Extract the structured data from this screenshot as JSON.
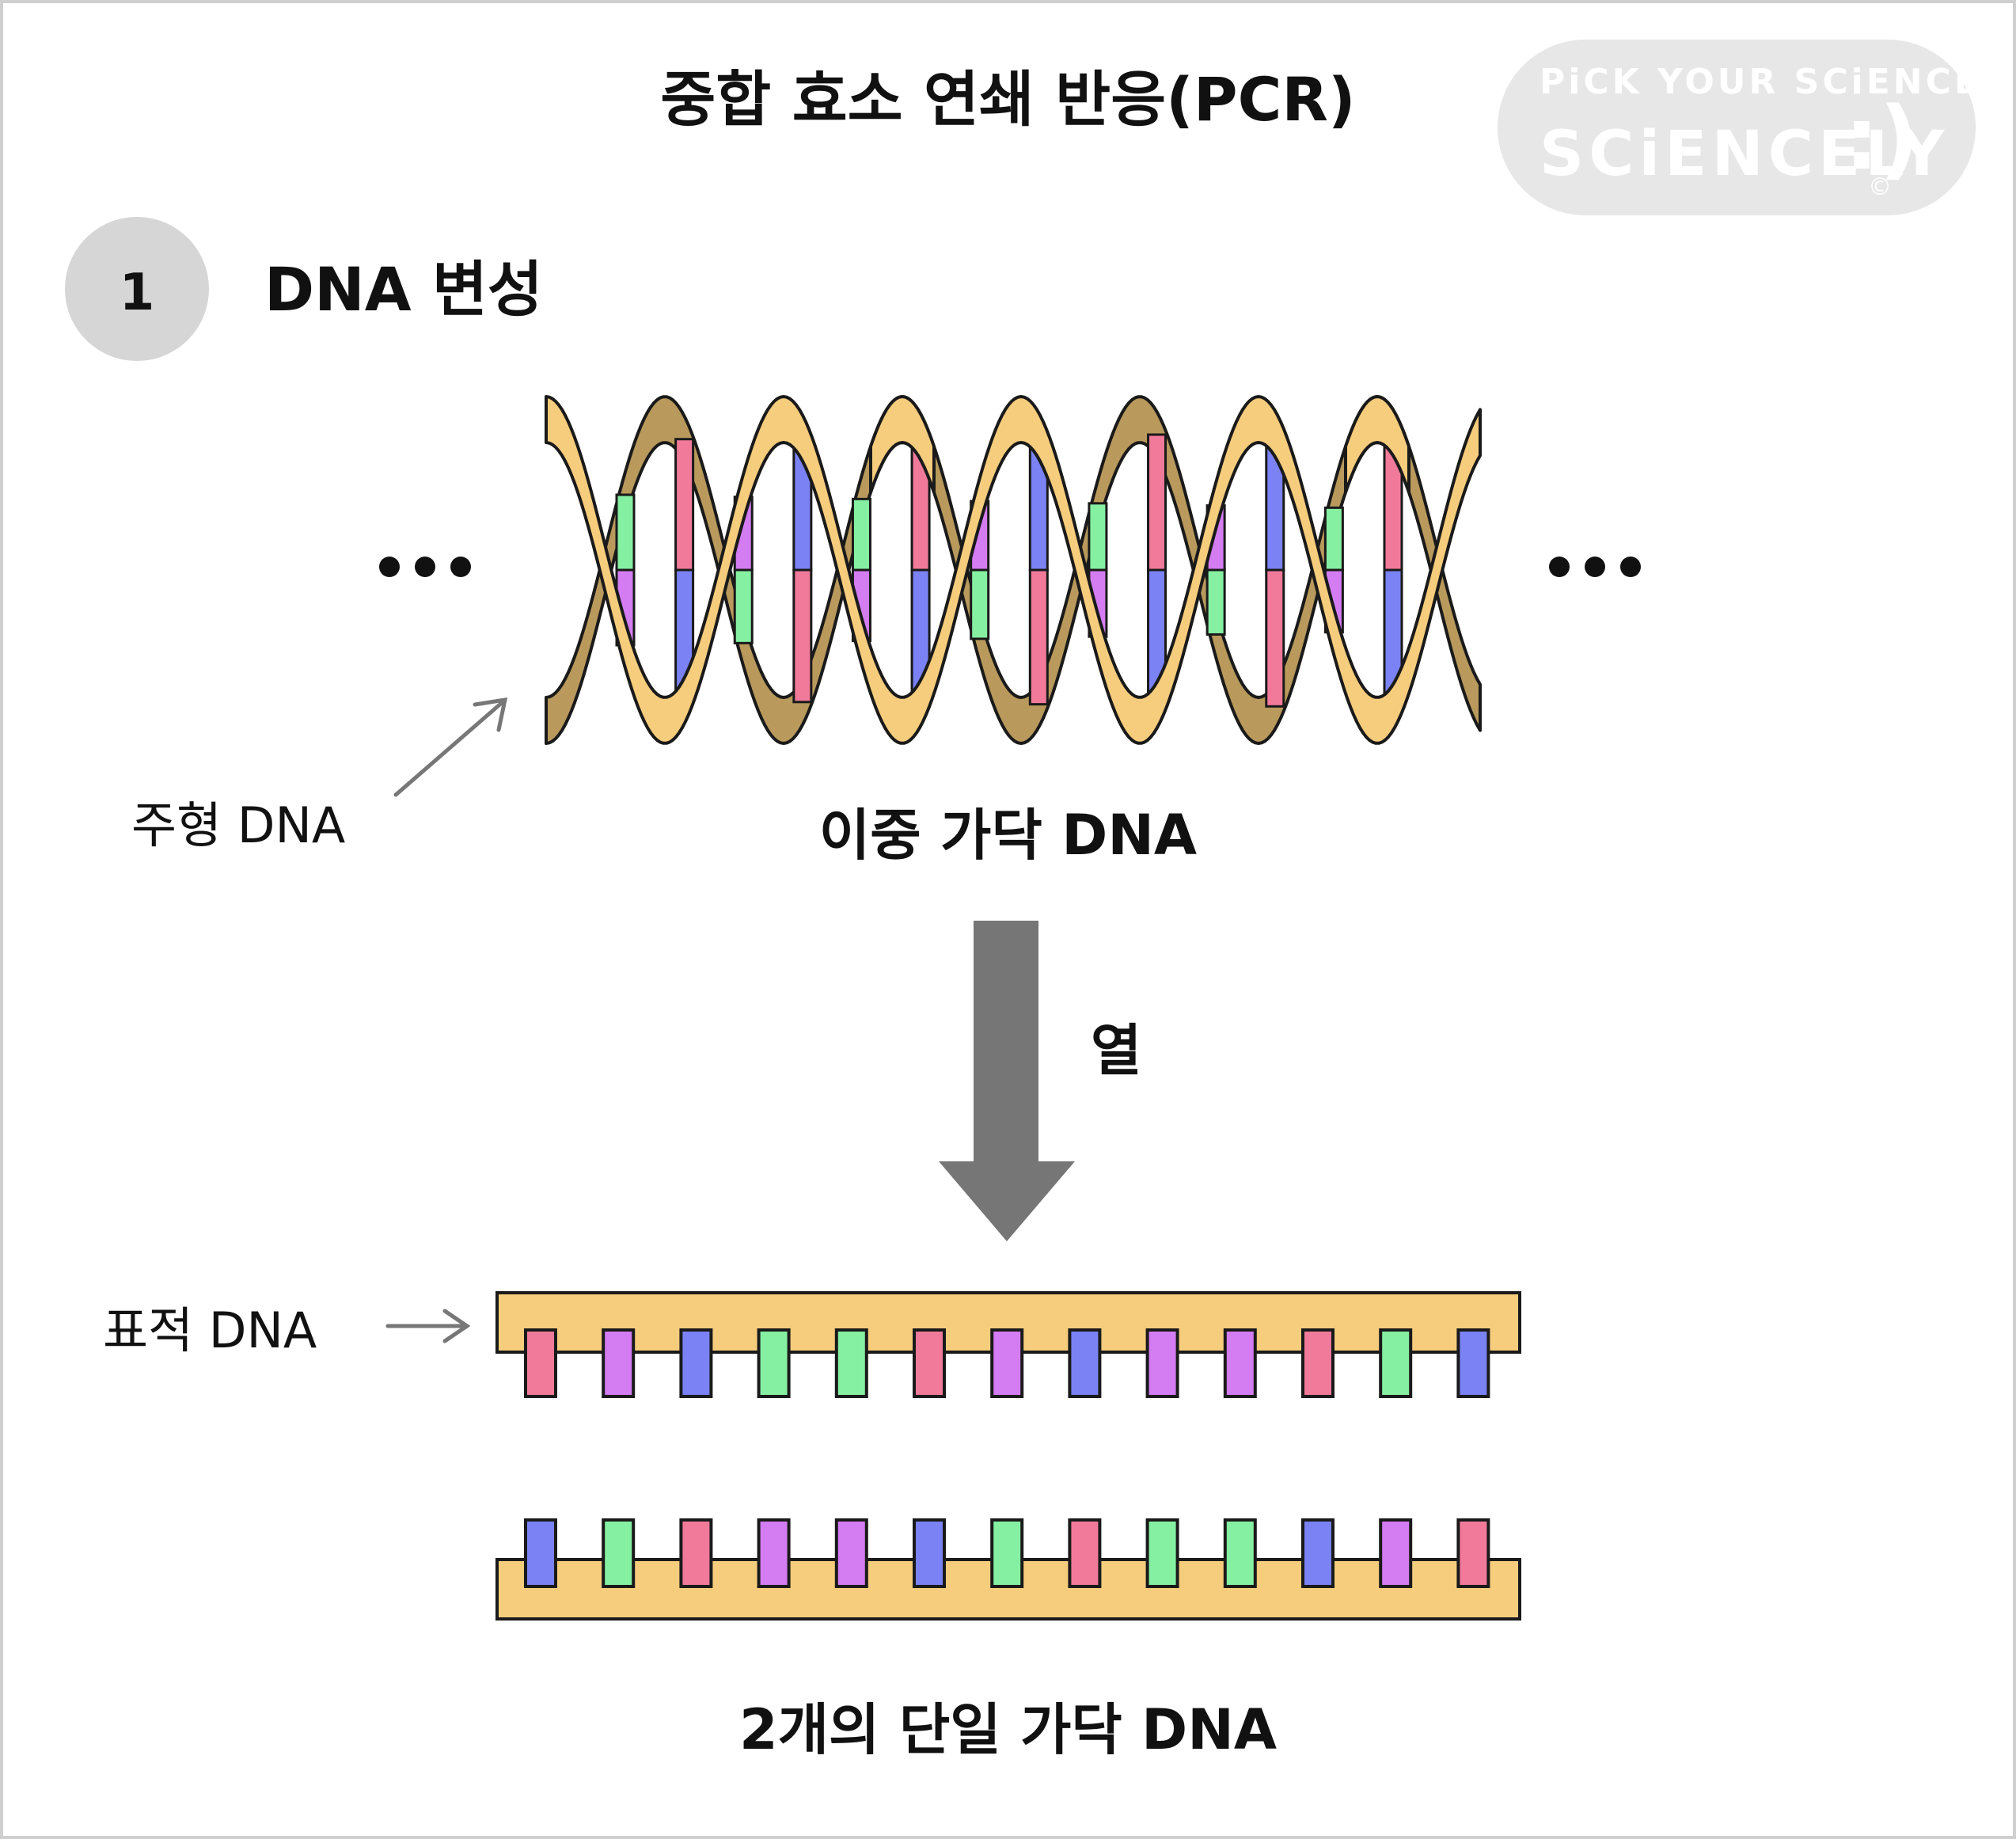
{
  "title": "중합 효소 연쇄 반응(PCR)",
  "step": {
    "number": "1",
    "title": "DNA 변성"
  },
  "logo": {
    "line1": "PiCK YOUR SCiENCE",
    "line2": "SCiENCELY",
    "symbol": ":)",
    "copyright": "©"
  },
  "labels": {
    "template_dna": "주형 DNA",
    "double_strand": "이중 가닥 DNA",
    "heat": "열",
    "target_dna": "표적 DNA",
    "single_strands": "2개의 단일 가닥 DNA"
  },
  "colors": {
    "backbone": "#f6cd7d",
    "backbone_back": "#b99a5c",
    "outline": "#1a1a1a",
    "arrow_main": "#767676",
    "arrow_pointer": "#777777",
    "dots": "#111111",
    "step_circle": "#d6d6d6",
    "logo_bg": "#e7e7e7",
    "bases": {
      "red": "#f17a9b",
      "purple": "#d47cf2",
      "blue": "#7a82f4",
      "green": "#86f0a2"
    }
  },
  "top_strand_bases": [
    "red",
    "purple",
    "blue",
    "green",
    "green",
    "red",
    "purple",
    "blue",
    "purple",
    "purple",
    "red",
    "green",
    "blue"
  ],
  "bottom_strand_bases": [
    "blue",
    "green",
    "red",
    "purple",
    "purple",
    "blue",
    "green",
    "red",
    "green",
    "green",
    "blue",
    "purple",
    "red"
  ],
  "helix_rungs": [
    [
      "green",
      "purple"
    ],
    [
      "red",
      "blue"
    ],
    [
      "purple",
      "green"
    ],
    [
      "blue",
      "red"
    ],
    [
      "green",
      "purple"
    ],
    [
      "red",
      "blue"
    ],
    [
      "purple",
      "green"
    ],
    [
      "blue",
      "red"
    ],
    [
      "green",
      "purple"
    ],
    [
      "red",
      "blue"
    ],
    [
      "purple",
      "green"
    ],
    [
      "blue",
      "red"
    ],
    [
      "green",
      "purple"
    ],
    [
      "red",
      "blue"
    ]
  ]
}
